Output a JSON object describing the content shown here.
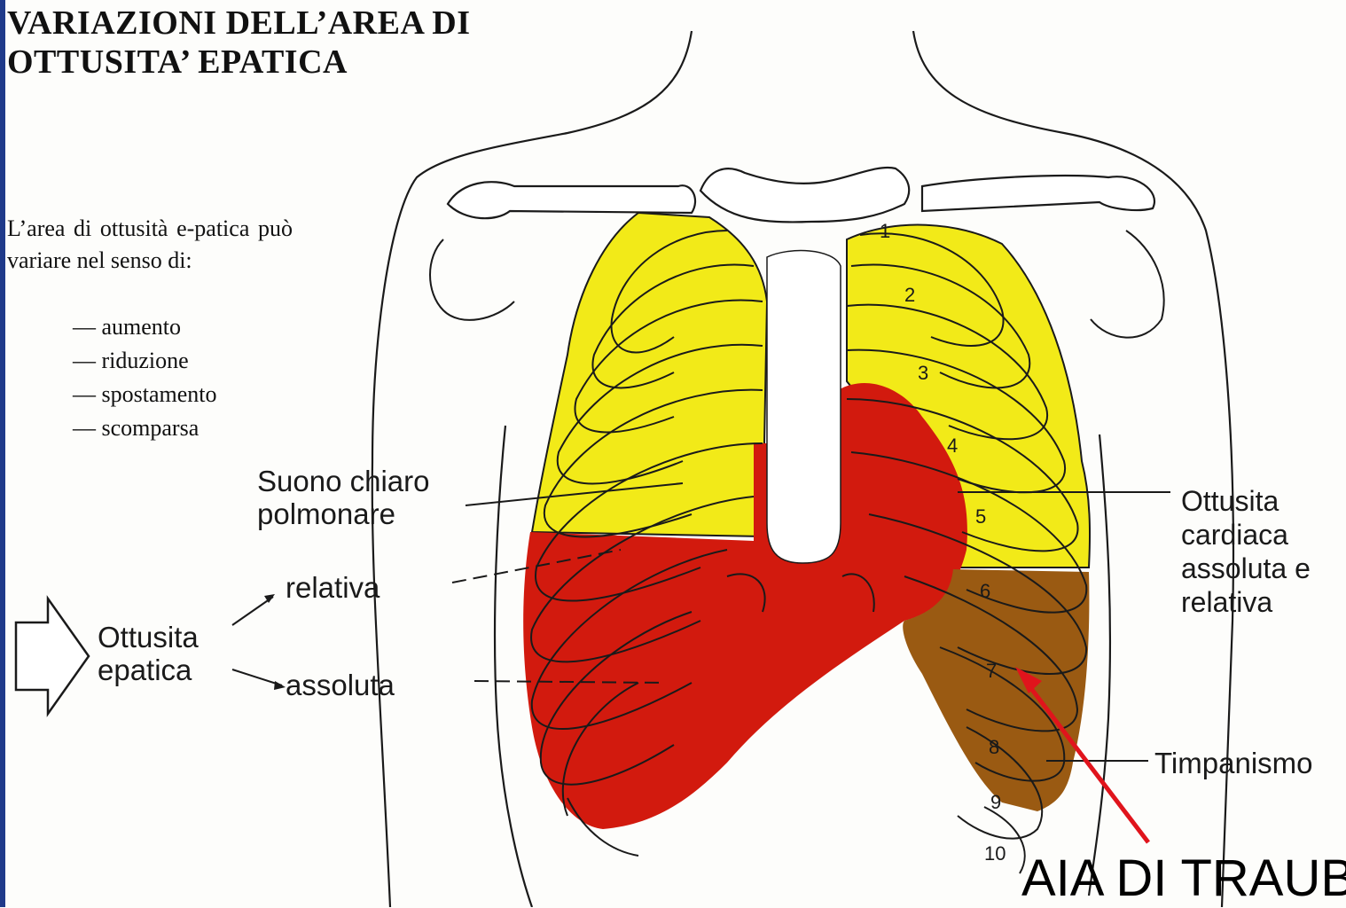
{
  "title": {
    "line1": "VARIAZIONI DELL’AREA DI",
    "line2": "OTTUSITA’ EPATICA"
  },
  "intro": "L’area di ottusità e-patica può variare nel senso di:",
  "variations": [
    "aumento",
    "riduzione",
    "spostamento",
    "scomparsa"
  ],
  "labels": {
    "suono_line1": "Suono chiaro",
    "suono_line2": "polmonare",
    "relativa": "relativa",
    "assoluta": "assoluta",
    "ottusita_epatica_line1": "Ottusita",
    "ottusita_epatica_line2": "epatica",
    "cardiaca_line1": "Ottusita",
    "cardiaca_line2": "cardiaca",
    "cardiaca_line3": "assoluta e",
    "cardiaca_line4": "relativa",
    "timpanismo": "Timpanismo",
    "aia": "AIA DI TRAUBE"
  },
  "rib_numbers": [
    "1",
    "2",
    "3",
    "4",
    "5",
    "6",
    "7",
    "8",
    "9",
    "10"
  ],
  "colors": {
    "lung": "#f2ea18",
    "dullness": "#d21a0e",
    "traube": "#9a5a12",
    "arrow": "#e0141c",
    "outline": "#1a1a1a"
  }
}
